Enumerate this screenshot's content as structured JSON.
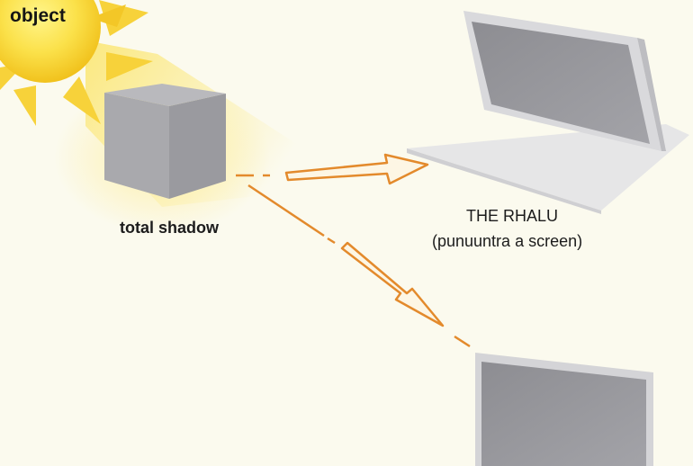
{
  "labels": {
    "sun": "object",
    "cube": "total shadow",
    "screen_title": "THE RHALU",
    "screen_subtitle": "(punuuntra a screen)"
  },
  "icons": {
    "sun": "sun-icon",
    "cube": "cube-icon",
    "screen_top": "laptop-screen-icon",
    "screen_bottom": "monitor-icon"
  },
  "colors": {
    "background": "#fbfaee",
    "sun": "#f6d22c",
    "arrow": "#e38a2c",
    "cube": "#a8a8ab",
    "screen": "#929296"
  }
}
